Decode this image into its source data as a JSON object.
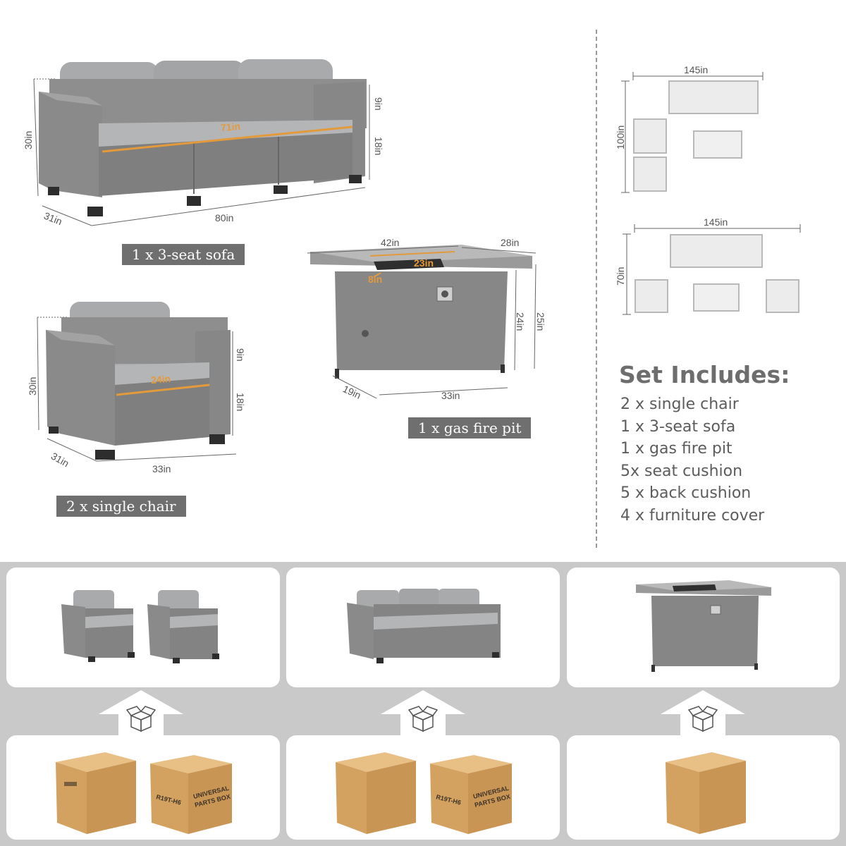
{
  "sofa": {
    "label": "1 x 3-seat sofa",
    "dims": {
      "height": "30in",
      "depth": "31in",
      "width": "80in",
      "back": "9in",
      "seat_height": "18in",
      "seat_width": "71in"
    }
  },
  "chair": {
    "label": "2 x single chair",
    "dims": {
      "height": "30in",
      "depth": "31in",
      "width": "33in",
      "back": "9in",
      "seat_height": "18in",
      "seat_width": "24in"
    }
  },
  "firepit": {
    "label": "1 x gas fire pit",
    "dims": {
      "top_width": "42in",
      "top_depth": "28in",
      "burner_width": "23in",
      "burner_depth": "8in",
      "base_height": "24in",
      "total_height": "25in",
      "depth": "19in",
      "width": "33in"
    }
  },
  "layouts": [
    {
      "width": "145in",
      "depth": "100in"
    },
    {
      "width": "145in",
      "depth": "70in"
    }
  ],
  "set_includes": {
    "title": "Set Includes:",
    "items": [
      "2 x single chair",
      "1 x 3-seat sofa",
      "1 x gas fire pit",
      "5x seat cushion",
      "5 x back cushion",
      "4 x furniture cover"
    ]
  },
  "boxes": {
    "box_code": "R19T-H6",
    "box_label_line1": "UNIVERSAL",
    "box_label_line2": "PARTS BOX"
  },
  "colors": {
    "wicker": "#8e8e8e",
    "cushion": "#a9aaac",
    "accent": "#e49a3a",
    "label_bg": "#6f6f6f",
    "cardboard": "#d9a867"
  }
}
